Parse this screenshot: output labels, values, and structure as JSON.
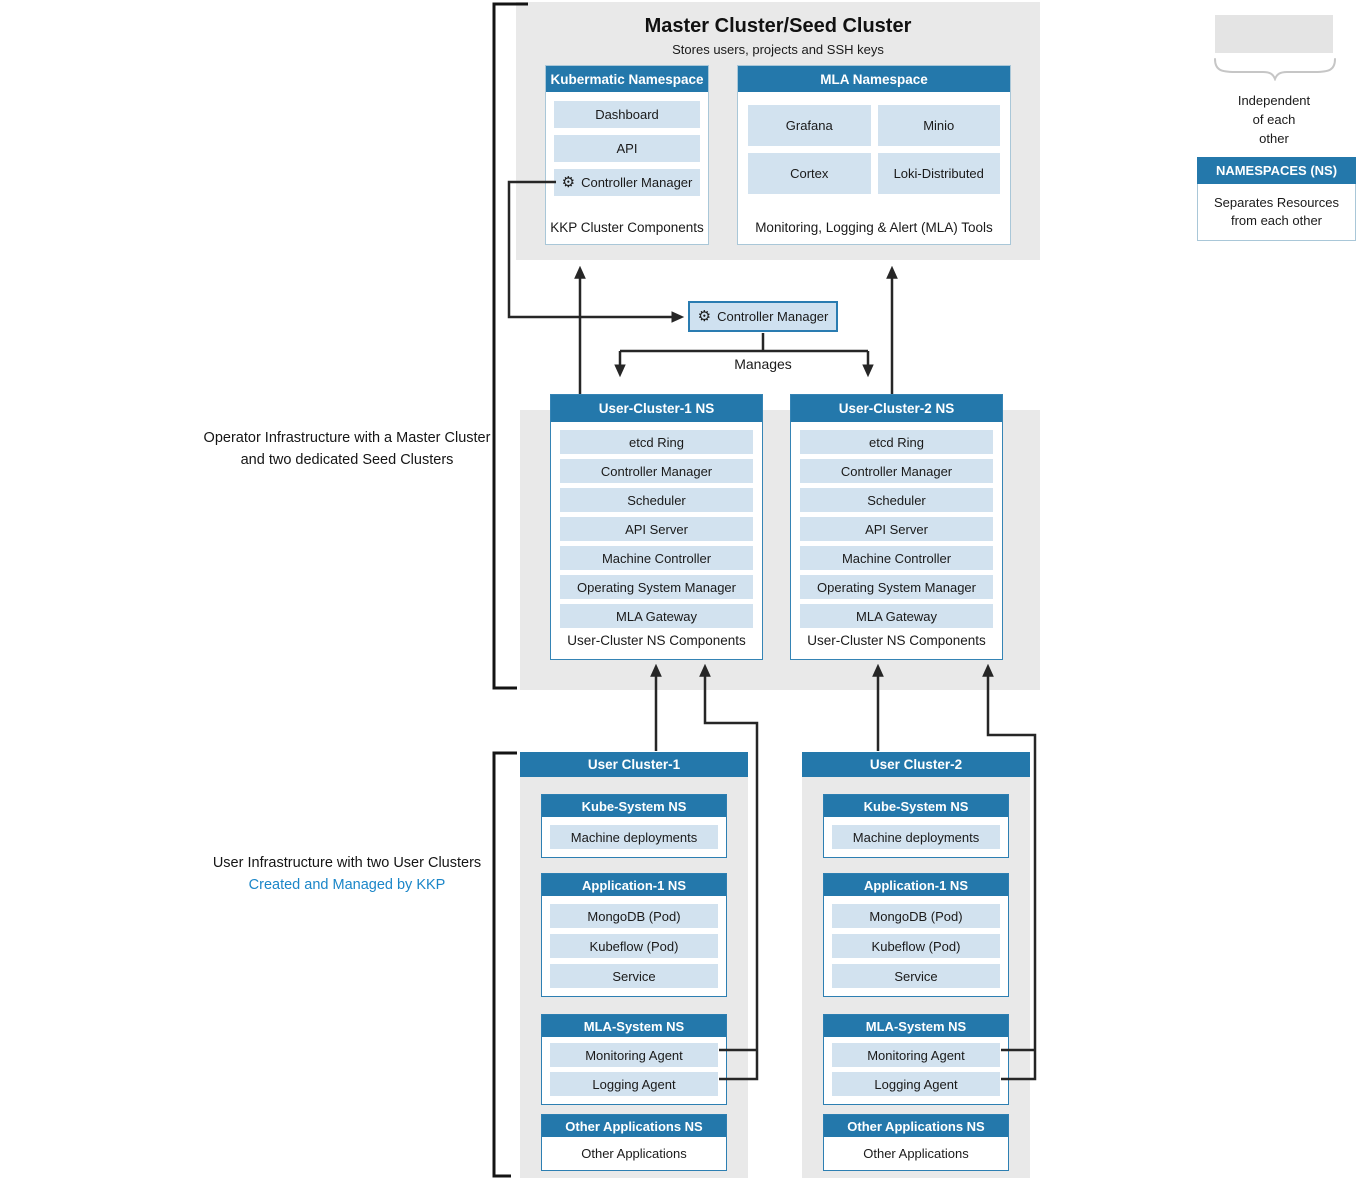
{
  "master": {
    "title": "Master Cluster/Seed Cluster",
    "subtitle": "Stores users, projects and SSH keys",
    "kubermatic_ns": {
      "header": "Kubermatic Namespace",
      "items": [
        "Dashboard",
        "API",
        "Controller Manager"
      ],
      "footer": "KKP Cluster Components"
    },
    "mla_ns": {
      "header": "MLA Namespace",
      "items": [
        "Grafana",
        "Minio",
        "Cortex",
        "Loki-Distributed"
      ],
      "footer": "Monitoring, Logging & Alert (MLA) Tools"
    }
  },
  "controller_manager": {
    "label": "Controller Manager",
    "manages": "Manages"
  },
  "legend": {
    "independent": "Independent\nof each\nother",
    "namespaces_header": "NAMESPACES (NS)",
    "namespaces_body": "Separates Resources\nfrom each other"
  },
  "sections": {
    "operator_line1": "Operator Infrastructure with a Master Cluster",
    "operator_line2": "and two dedicated Seed Clusters",
    "user_line1": "User Infrastructure with two User Clusters",
    "user_line2": "Created and Managed by KKP"
  },
  "seed_clusters": [
    {
      "header": "User-Cluster-1 NS",
      "items": [
        "etcd Ring",
        "Controller Manager",
        "Scheduler",
        "API Server",
        "Machine Controller",
        "Operating System Manager",
        "MLA Gateway"
      ],
      "footer": "User-Cluster NS Components"
    },
    {
      "header": "User-Cluster-2 NS",
      "items": [
        "etcd Ring",
        "Controller Manager",
        "Scheduler",
        "API Server",
        "Machine Controller",
        "Operating System Manager",
        "MLA Gateway"
      ],
      "footer": "User-Cluster NS Components"
    }
  ],
  "user_clusters": [
    {
      "header": "User Cluster-1",
      "namespaces": [
        {
          "header": "Kube-System NS",
          "items": [
            "Machine deployments"
          ]
        },
        {
          "header": "Application-1 NS",
          "items": [
            "MongoDB (Pod)",
            "Kubeflow (Pod)",
            "Service"
          ]
        },
        {
          "header": "MLA-System NS",
          "items": [
            "Monitoring Agent",
            "Logging Agent"
          ]
        },
        {
          "header": "Other Applications NS",
          "items": [
            "Other Applications"
          ]
        }
      ]
    },
    {
      "header": "User Cluster-2",
      "namespaces": [
        {
          "header": "Kube-System NS",
          "items": [
            "Machine deployments"
          ]
        },
        {
          "header": "Application-1 NS",
          "items": [
            "MongoDB (Pod)",
            "Kubeflow (Pod)",
            "Service"
          ]
        },
        {
          "header": "MLA-System NS",
          "items": [
            "Monitoring Agent",
            "Logging Agent"
          ]
        },
        {
          "header": "Other Applications NS",
          "items": [
            "Other Applications"
          ]
        }
      ]
    }
  ],
  "colors": {
    "header_blue": "#2478ab",
    "row_light_blue": "#d2e2ef",
    "accent_text_blue": "#1b86c8",
    "panel_gray": "#e9e9e9",
    "line_dark": "#262626"
  }
}
